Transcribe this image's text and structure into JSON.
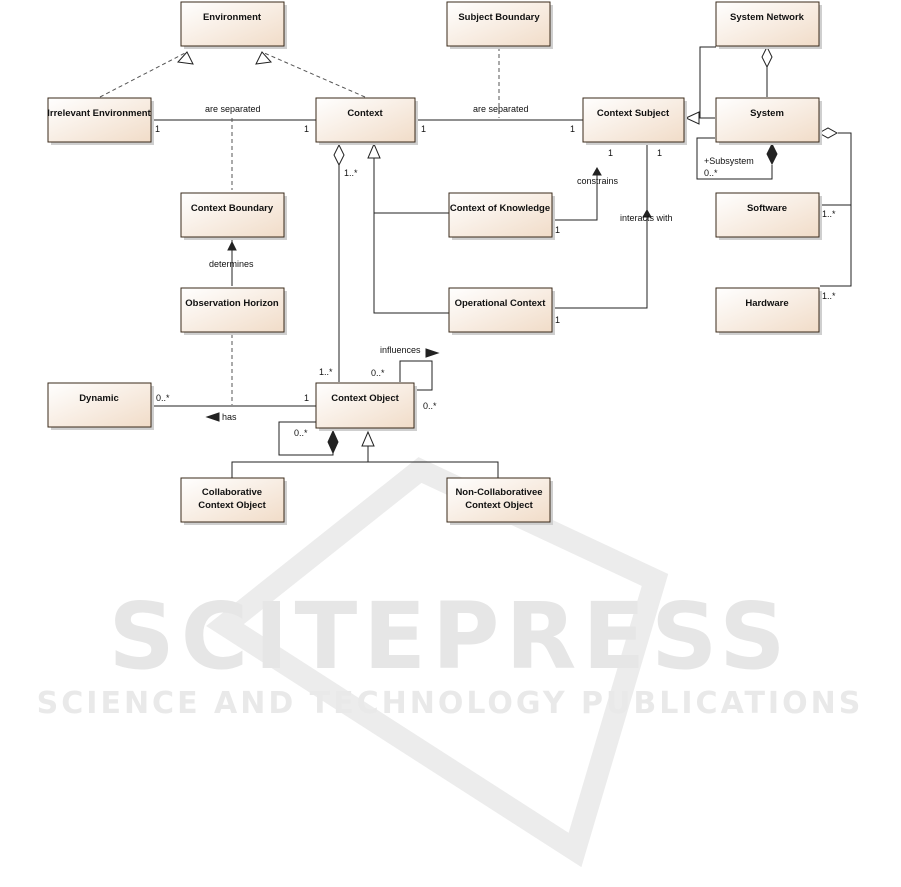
{
  "watermark": {
    "brand": "SCITEPRESS",
    "tagline": "SCIENCE AND TECHNOLOGY PUBLICATIONS"
  },
  "classes": {
    "environment": "Environment",
    "subject_boundary": "Subject Boundary",
    "system_network": "System Network",
    "irrelevant_environment": "Irrelevant Environment",
    "context": "Context",
    "context_subject": "Context Subject",
    "system": "System",
    "context_boundary": "Context Boundary",
    "context_of_knowledge": "Context of Knowledge",
    "software": "Software",
    "observation_horizon": "Observation Horizon",
    "operational_context": "Operational Context",
    "hardware": "Hardware",
    "dynamic": "Dynamic",
    "context_object": "Context Object",
    "collaborative_line1": "Collaborative",
    "collaborative_line2": "Context Object",
    "noncollab_line1": "Non-Collaborativee",
    "noncollab_line2": "Context Object"
  },
  "labels": {
    "are_separated_left": "are separated",
    "are_separated_right": "are separated",
    "constrains": "constrains",
    "interacts_with": "interacts with",
    "determines": "determines",
    "influences": "influences",
    "has": "has",
    "subsystem": "+Subsystem"
  },
  "multiplicities": {
    "irrelevant_1": "1",
    "context_left_1": "1",
    "context_right_1": "1",
    "subject_left_1": "1",
    "subject_constrains_1": "1",
    "subject_interacts_1": "1",
    "context_object_many": "1..*",
    "knowledge_1": "1",
    "operational_1": "1",
    "software_many": "1..*",
    "hardware_many": "1..*",
    "subsystem_many": "0..*",
    "object_top_many": "1..*",
    "influences_many_a": "0..*",
    "influences_many_b": "0..*",
    "dynamic_many": "0..*",
    "object_has_1": "1",
    "object_composite_many": "0..*"
  }
}
